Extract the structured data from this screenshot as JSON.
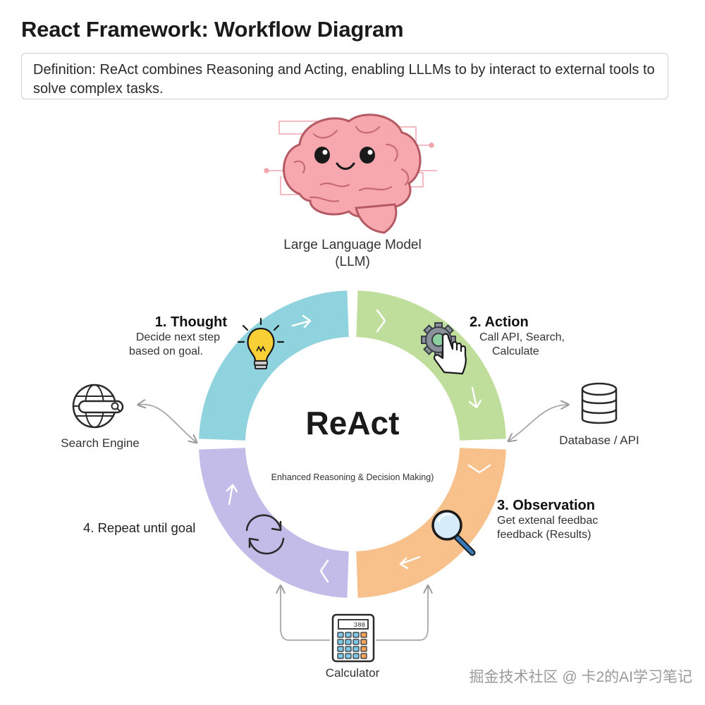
{
  "title": "React Framework: Workflow Diagram",
  "definition": "Definition: ReAct combines Reasoning and Acting, enabling LLLMs to by interact to external tools to solve complex tasks.",
  "llm": {
    "label_line1": "Large Language Model",
    "label_line2": "(LLM)",
    "icon": "brain-icon"
  },
  "center": {
    "title": "ReAct",
    "subtitle": "Enhanced Reasoning & Decision Making)"
  },
  "steps": [
    {
      "title": "1. Thought",
      "desc_line1": "Decide next step",
      "desc_line2": "based on goal.",
      "icon": "lightbulb-icon",
      "color": "#8fd3df"
    },
    {
      "title": "2. Action",
      "desc_line1": "Call API, Search,",
      "desc_line2": "Calculate",
      "icon": "gear-hand-icon",
      "color": "#bfdd9b"
    },
    {
      "title": "3. Observation",
      "desc_line1": "Get extenal feedbac",
      "desc_line2": "feedback (Results)",
      "icon": "magnifier-icon",
      "color": "#f8c08a"
    },
    {
      "title": "4. Repeat until goal",
      "icon": "refresh-icon",
      "color": "#c3bce8"
    }
  ],
  "tools": {
    "search_engine": "Search Engine",
    "database_api": "Database / API",
    "calculator": "Calculator",
    "calculator_display": "388"
  },
  "watermark": "掘金技术社区 @ 卡2的AI学习笔记"
}
